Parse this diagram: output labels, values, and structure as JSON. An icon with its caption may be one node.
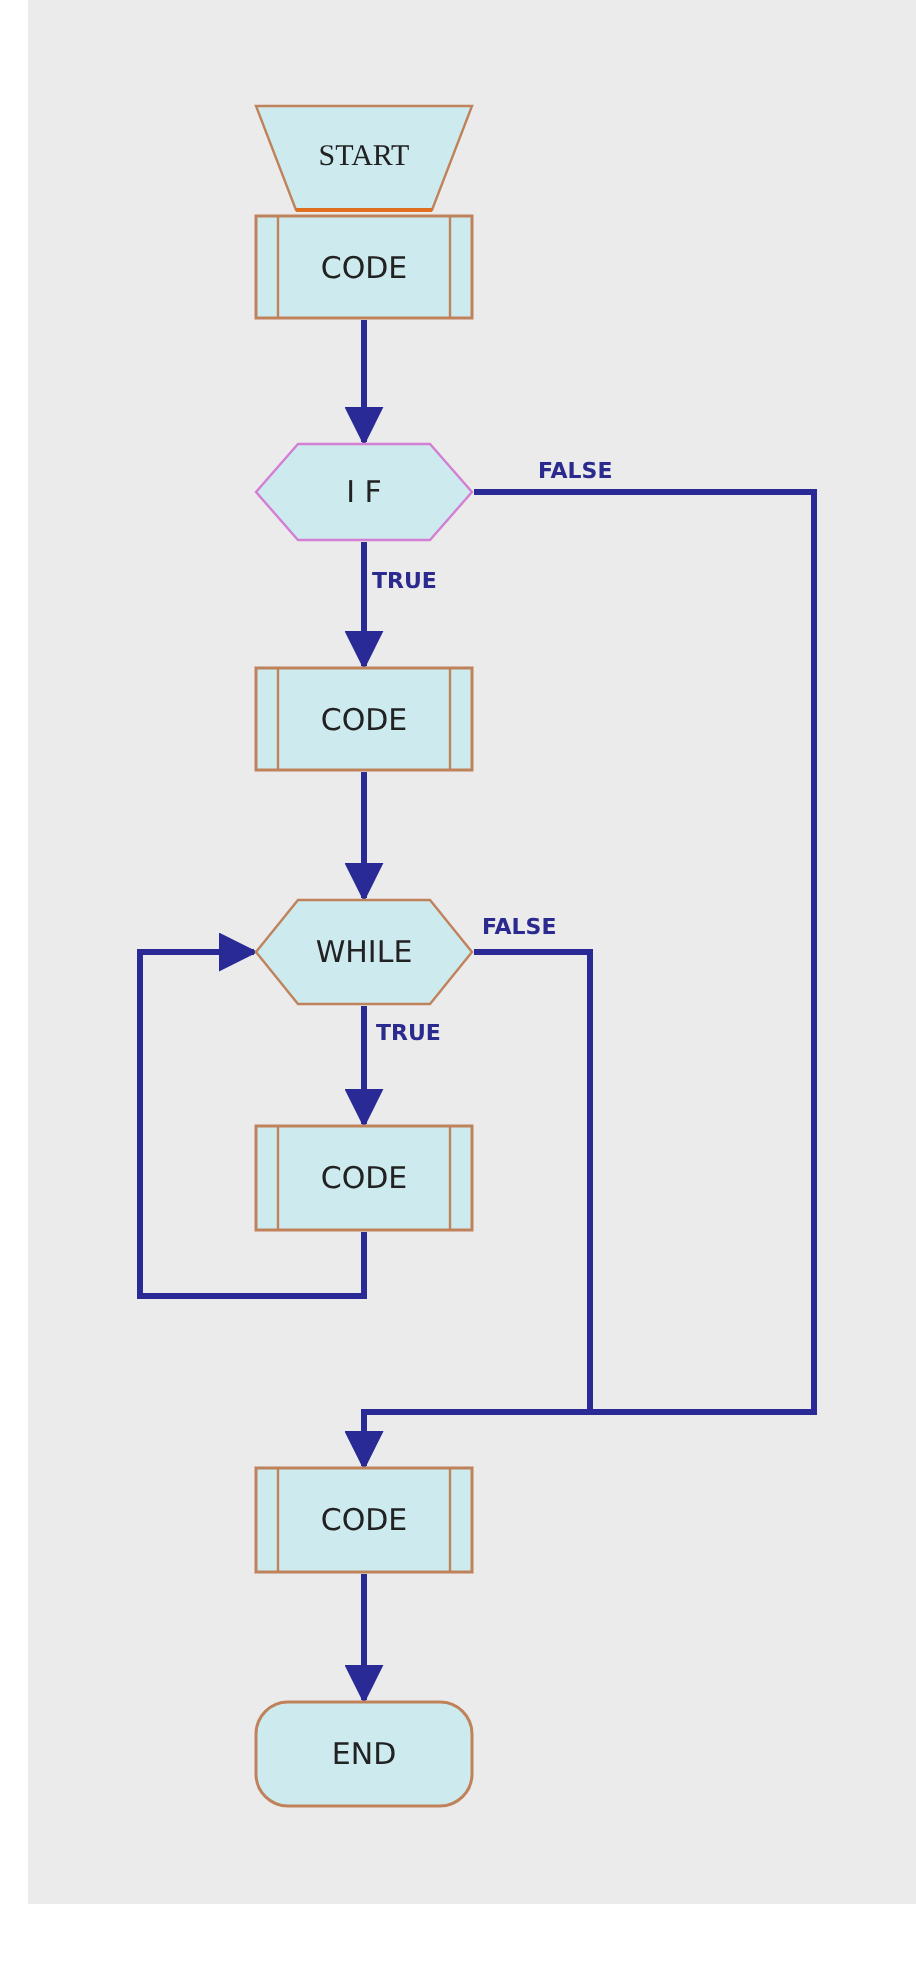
{
  "diagram": {
    "nodes": [
      {
        "text": [
          "START"
        ]
      },
      {
        "text": [
          "CODE"
        ]
      },
      {
        "text": [
          "I F"
        ]
      },
      {
        "text": [
          "CODE"
        ]
      },
      {
        "text": [
          "WHILE"
        ]
      },
      {
        "text": [
          "CODE"
        ]
      },
      {
        "text": [
          "CODE"
        ]
      },
      {
        "text": [
          "END"
        ]
      }
    ],
    "edges": [
      {
        "from": 1,
        "to": 2,
        "arrow": "to"
      },
      {
        "from": 2,
        "to": 3,
        "arrow": "to",
        "label": "TRUE"
      },
      {
        "from": 2,
        "to": 6,
        "arrow": "to",
        "label": "FALSE"
      },
      {
        "from": 3,
        "to": 4,
        "arrow": "to"
      },
      {
        "from": 4,
        "to": 5,
        "arrow": "to",
        "label": "TRUE"
      },
      {
        "from": 5,
        "to": 4,
        "arrow": "to"
      },
      {
        "from": 4,
        "to": 6,
        "arrow": "to",
        "label": "FALSE"
      },
      {
        "from": 6,
        "to": 7,
        "arrow": "to"
      }
    ]
  }
}
